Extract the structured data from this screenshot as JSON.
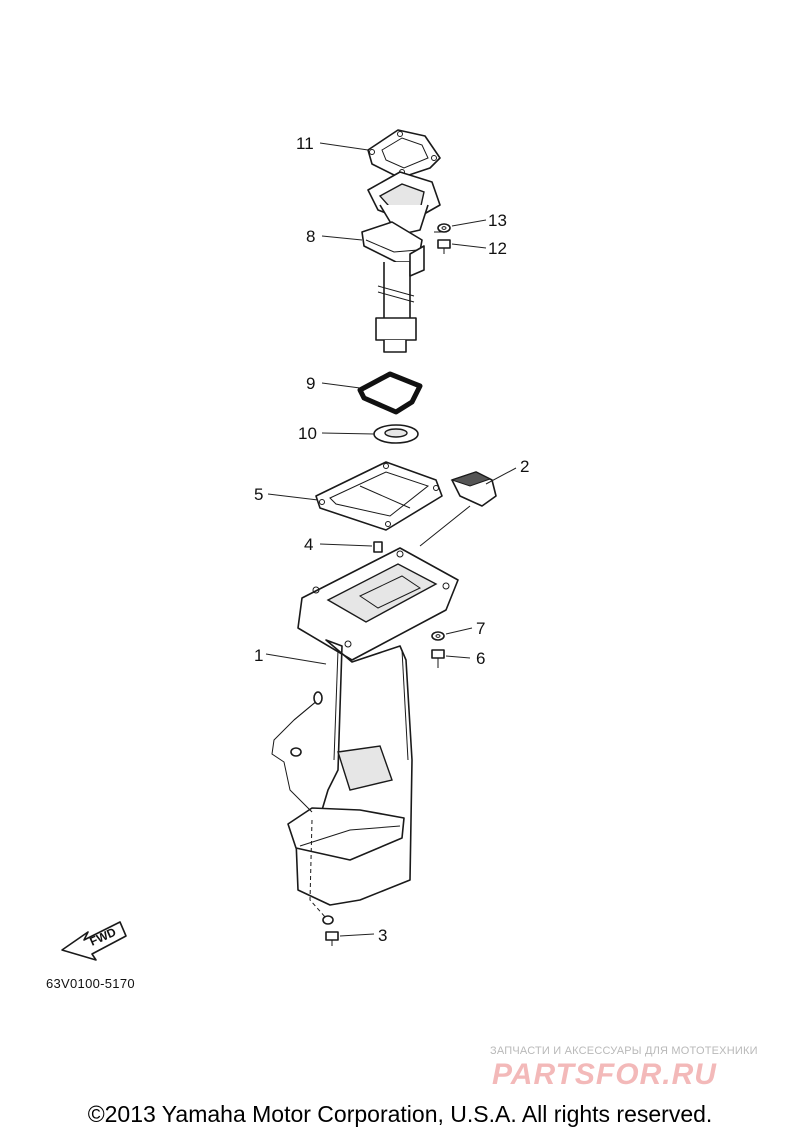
{
  "callouts": [
    {
      "label": "11"
    },
    {
      "label": "13"
    },
    {
      "label": "8"
    },
    {
      "label": "12"
    },
    {
      "label": "9"
    },
    {
      "label": "10"
    },
    {
      "label": "2"
    },
    {
      "label": "5"
    },
    {
      "label": "4"
    },
    {
      "label": "7"
    },
    {
      "label": "1"
    },
    {
      "label": "6"
    },
    {
      "label": "3"
    }
  ],
  "fwd_label": "FWD",
  "figure_code": "63V0100-5170",
  "watermark": {
    "tagline": "ЗАПЧАСТИ И АКСЕССУАРЫ ДЛЯ МОТОТЕХНИКИ",
    "logo": "PARTSFOR.RU"
  },
  "copyright": "©2013 Yamaha Motor Corporation, U.S.A. All rights reserved.",
  "colors": {
    "ink": "#1a1a1a",
    "watermark_logo": "#f3b9b9",
    "watermark_text": "#b9b9b9"
  }
}
